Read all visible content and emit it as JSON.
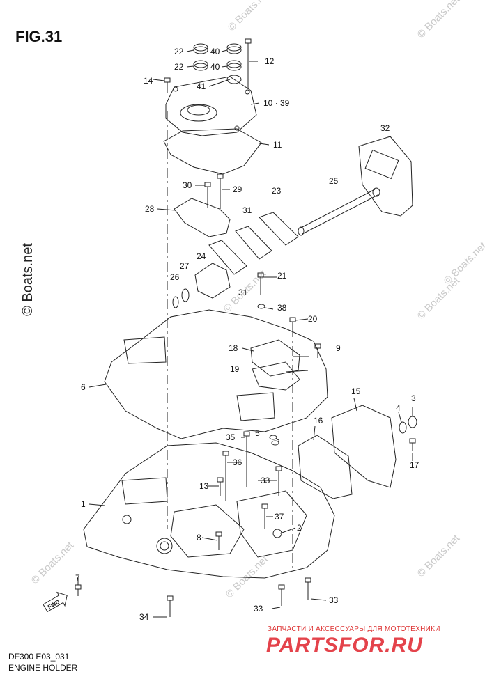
{
  "figure": {
    "title": "FIG.31"
  },
  "watermarks": {
    "side": "© Boats.net",
    "corner": "© Boats.net"
  },
  "footer": {
    "model": "DF300 E03_031",
    "caption": "ENGINE HOLDER"
  },
  "brand": {
    "tagline": "ЗАПЧАСТИ И АКСЕССУАРЫ ДЛЯ МОТОТЕХНИКИ",
    "name": "PARTSFOR.RU",
    "color": "#e4434b"
  },
  "fwd_marker": {
    "label": "FWD"
  },
  "callouts": [
    {
      "id": "22a",
      "label": "22"
    },
    {
      "id": "22b",
      "label": "22"
    },
    {
      "id": "40a",
      "label": "40"
    },
    {
      "id": "40b",
      "label": "40"
    },
    {
      "id": "12",
      "label": "12"
    },
    {
      "id": "14",
      "label": "14"
    },
    {
      "id": "41",
      "label": "41"
    },
    {
      "id": "10-39",
      "label": "10 · 39"
    },
    {
      "id": "11",
      "label": "11"
    },
    {
      "id": "32",
      "label": "32"
    },
    {
      "id": "30",
      "label": "30"
    },
    {
      "id": "29",
      "label": "29"
    },
    {
      "id": "23",
      "label": "23"
    },
    {
      "id": "25",
      "label": "25"
    },
    {
      "id": "28",
      "label": "28"
    },
    {
      "id": "31a",
      "label": "31"
    },
    {
      "id": "24",
      "label": "24"
    },
    {
      "id": "27",
      "label": "27"
    },
    {
      "id": "26",
      "label": "26"
    },
    {
      "id": "31b",
      "label": "31"
    },
    {
      "id": "21",
      "label": "21"
    },
    {
      "id": "38",
      "label": "38"
    },
    {
      "id": "20",
      "label": "20"
    },
    {
      "id": "18",
      "label": "18"
    },
    {
      "id": "9",
      "label": "9"
    },
    {
      "id": "19",
      "label": "19"
    },
    {
      "id": "6",
      "label": "6"
    },
    {
      "id": "15",
      "label": "15"
    },
    {
      "id": "4",
      "label": "4"
    },
    {
      "id": "3",
      "label": "3"
    },
    {
      "id": "16",
      "label": "16"
    },
    {
      "id": "35",
      "label": "35"
    },
    {
      "id": "5",
      "label": "5"
    },
    {
      "id": "17",
      "label": "17"
    },
    {
      "id": "36",
      "label": "36"
    },
    {
      "id": "33a",
      "label": "33"
    },
    {
      "id": "13",
      "label": "13"
    },
    {
      "id": "1",
      "label": "1"
    },
    {
      "id": "37",
      "label": "37"
    },
    {
      "id": "2",
      "label": "2"
    },
    {
      "id": "8",
      "label": "8"
    },
    {
      "id": "7",
      "label": "7"
    },
    {
      "id": "33b",
      "label": "33"
    },
    {
      "id": "33c",
      "label": "33"
    },
    {
      "id": "34",
      "label": "34"
    }
  ]
}
